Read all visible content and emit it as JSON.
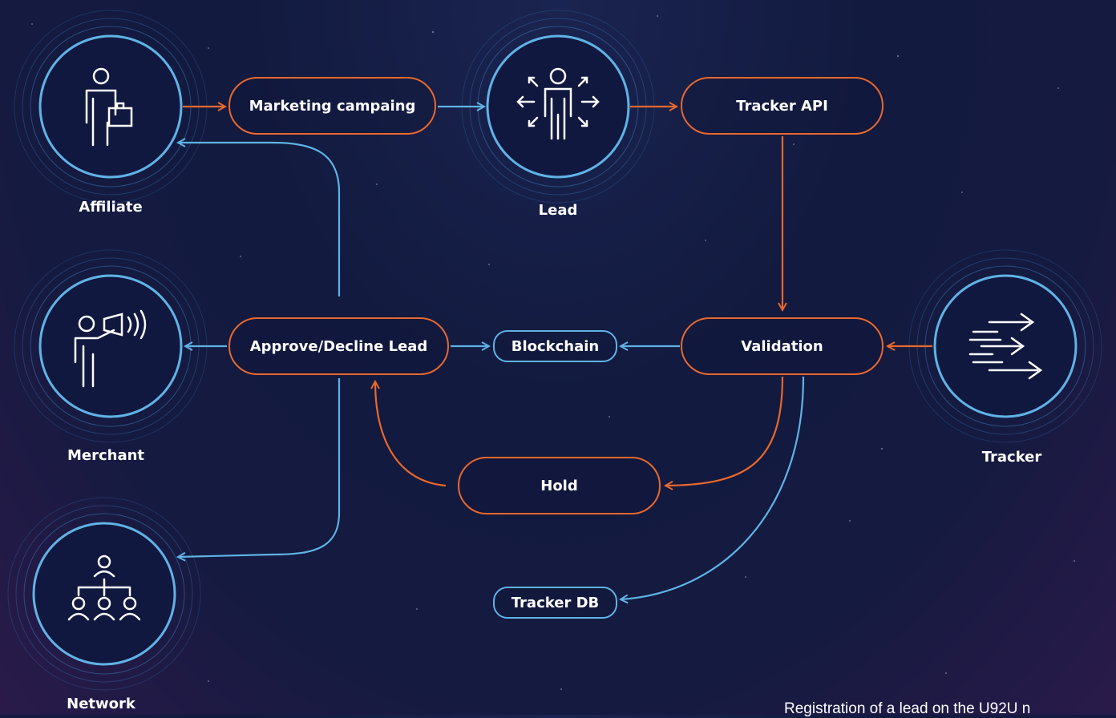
{
  "nodes": {
    "affiliate": "Affiliate",
    "lead": "Lead",
    "merchant": "Merchant",
    "network": "Network",
    "tracker": "Tracker"
  },
  "steps": {
    "marketing_campaign": "Marketing campaing",
    "tracker_api": "Tracker API",
    "approve_decline": "Approve/Decline Lead",
    "blockchain": "Blockchain",
    "validation": "Validation",
    "hold": "Hold",
    "tracker_db": "Tracker DB"
  },
  "caption": "Registration of a lead on the U92U n",
  "colors": {
    "orange_flow": "#e8682d",
    "blue_flow": "#5fb3e6",
    "background": "#141b42"
  },
  "icons": {
    "affiliate": "person-briefcase-icon",
    "lead": "person-arrows-icon",
    "merchant": "person-megaphone-icon",
    "network": "hierarchy-icon",
    "tracker": "fast-arrows-icon"
  }
}
